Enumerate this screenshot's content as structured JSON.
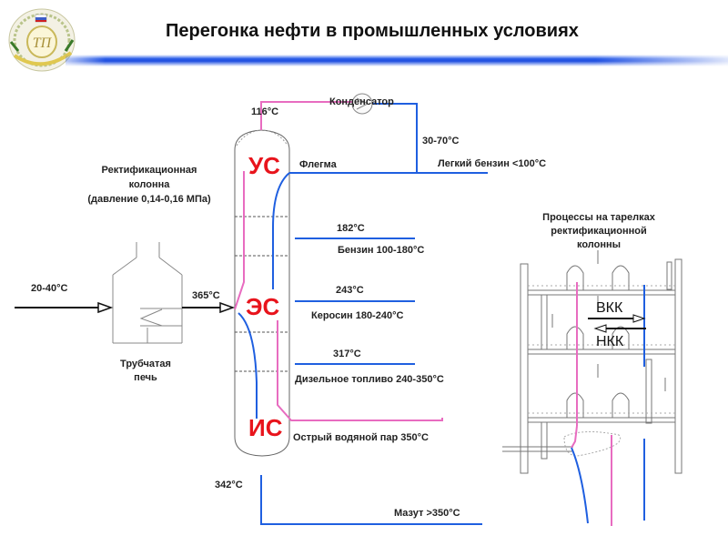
{
  "header": {
    "title": "Перегонка нефти в промышленных условиях",
    "logo_icon": "university-emblem-icon",
    "accent_bar_color": "#1f4fe0"
  },
  "colors": {
    "vapor_line": "#e86cc0",
    "liquid_line": "#1f5fe0",
    "zone_label": "#e8141c",
    "feed_line": "#111111"
  },
  "column": {
    "label_line1": "Ректификационная",
    "label_line2": "колонна",
    "label_line3": "(давление 0,14-0,16 МПа)",
    "zones": {
      "upper": "УС",
      "middle": "ЭС",
      "lower": "ИС"
    },
    "top_temp": "116°C",
    "bottom_temp": "342°C"
  },
  "condenser": {
    "label": "Конденсатор",
    "temp": "30-70°C"
  },
  "reflux": {
    "label": "Флегма"
  },
  "furnace": {
    "label_line1": "Трубчатая",
    "label_line2": "печь",
    "inlet_temp": "20-40°C",
    "outlet_temp": "365°C"
  },
  "fractions": [
    {
      "temp": "",
      "label": "Легкий бензин <100°C"
    },
    {
      "temp": "182°C",
      "label": "Бензин 100-180°C"
    },
    {
      "temp": "243°C",
      "label": "Керосин 180-240°C"
    },
    {
      "temp": "317°C",
      "label": "Дизельное топливо 240-350°C"
    },
    {
      "temp": "",
      "label": "Острый водяной пар 350°C"
    },
    {
      "temp": "",
      "label": "Мазут >350°C"
    }
  ],
  "trays": {
    "title_line1": "Процессы на тарелках",
    "title_line2": "ректификационной",
    "title_line3": "колонны",
    "arrow_right_label": "ВКК",
    "arrow_left_label": "НКК"
  }
}
